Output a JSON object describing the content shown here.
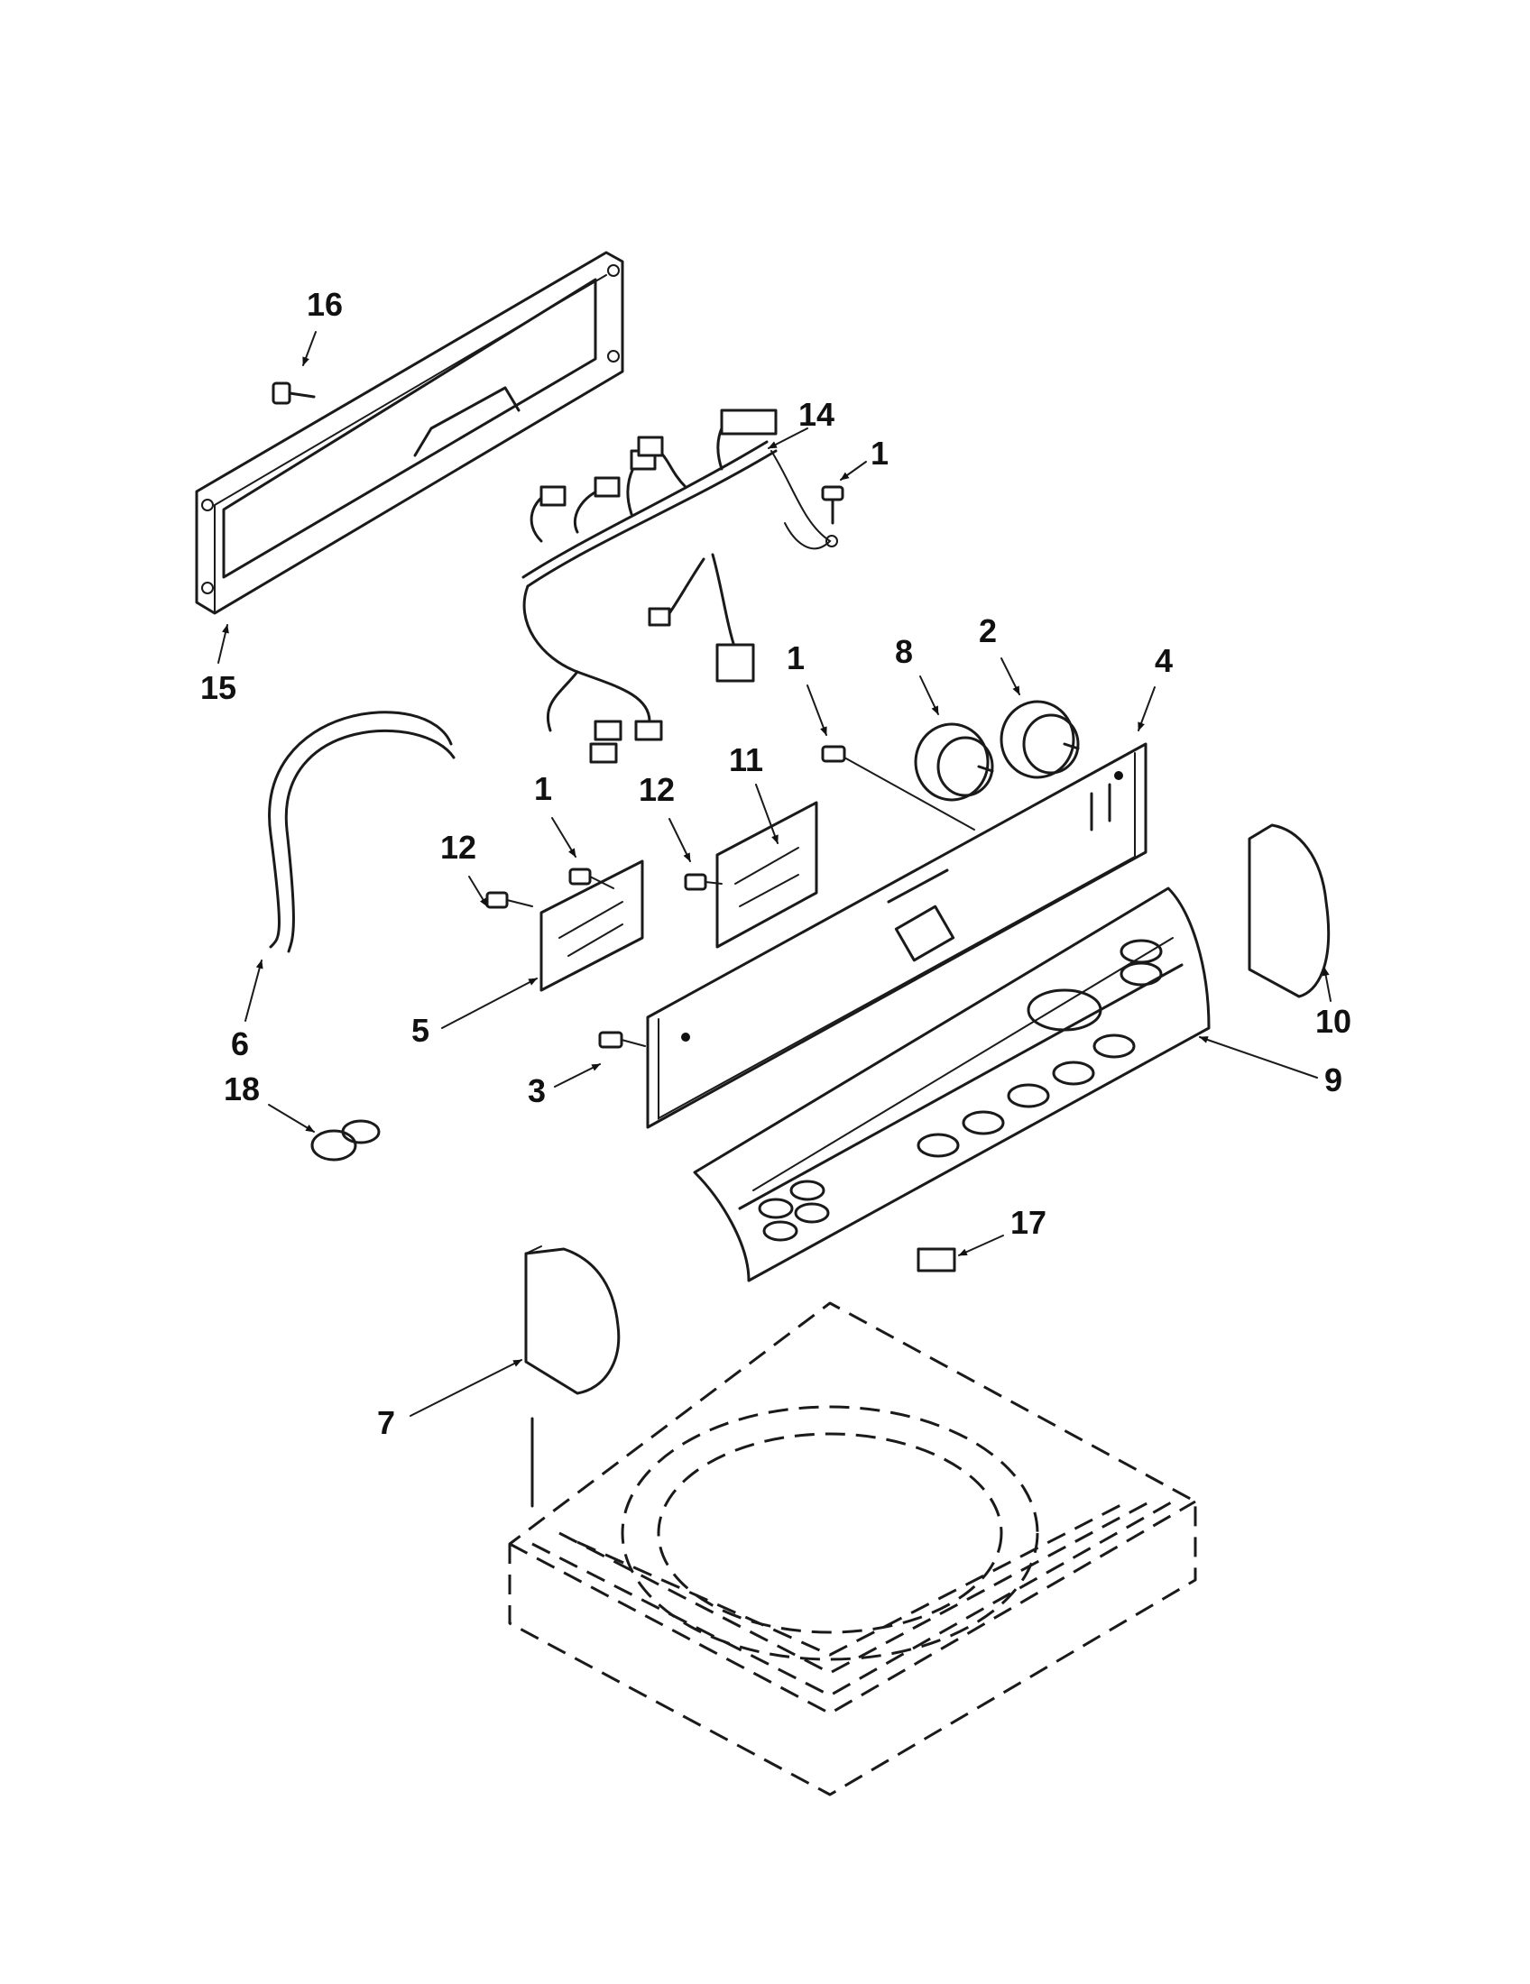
{
  "callouts": [
    {
      "id": "c16",
      "text": "16"
    },
    {
      "id": "c15",
      "text": "15"
    },
    {
      "id": "c14",
      "text": "14"
    },
    {
      "id": "c1a",
      "text": "1"
    },
    {
      "id": "c1b",
      "text": "1"
    },
    {
      "id": "c8",
      "text": "8"
    },
    {
      "id": "c2",
      "text": "2"
    },
    {
      "id": "c4",
      "text": "4"
    },
    {
      "id": "c1c",
      "text": "1"
    },
    {
      "id": "c12a",
      "text": "12"
    },
    {
      "id": "c11",
      "text": "11"
    },
    {
      "id": "c12b",
      "text": "12"
    },
    {
      "id": "c6",
      "text": "6"
    },
    {
      "id": "c5",
      "text": "5"
    },
    {
      "id": "c3",
      "text": "3"
    },
    {
      "id": "c10",
      "text": "10"
    },
    {
      "id": "c9",
      "text": "9"
    },
    {
      "id": "c18",
      "text": "18"
    },
    {
      "id": "c17",
      "text": "17"
    },
    {
      "id": "c7",
      "text": "7"
    }
  ]
}
